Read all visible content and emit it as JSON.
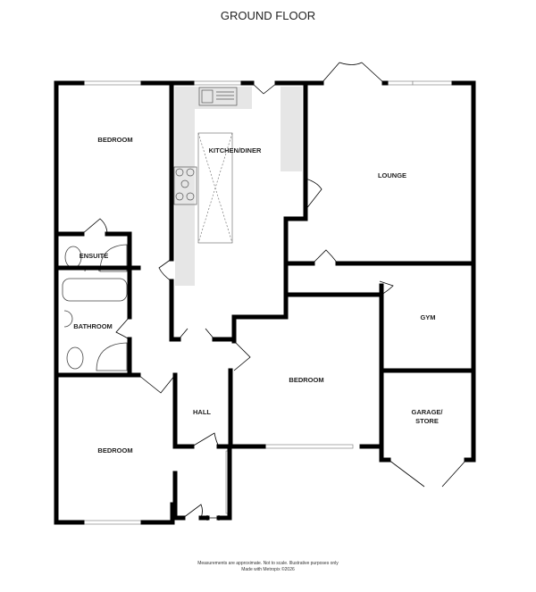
{
  "title": "GROUND FLOOR",
  "rooms": {
    "bedroom_1": "BEDROOM",
    "kitchen": "KITCHEN/DINER",
    "lounge": "LOUNGE",
    "ensuite": "ENSUITE",
    "bathroom": "BATHROOM",
    "gym": "GYM",
    "bedroom_2": "BEDROOM",
    "hall": "HALL",
    "garage_line1": "GARAGE/",
    "garage_line2": "STORE",
    "bedroom_3": "BEDROOM"
  },
  "footer": {
    "line1": "Measurements are approximate.  Not to scale.  Illustrative purposes only",
    "line2": "Made with Metropix ©2026"
  },
  "colors": {
    "wall": "#000000",
    "worktop": "#e6e6e6"
  }
}
